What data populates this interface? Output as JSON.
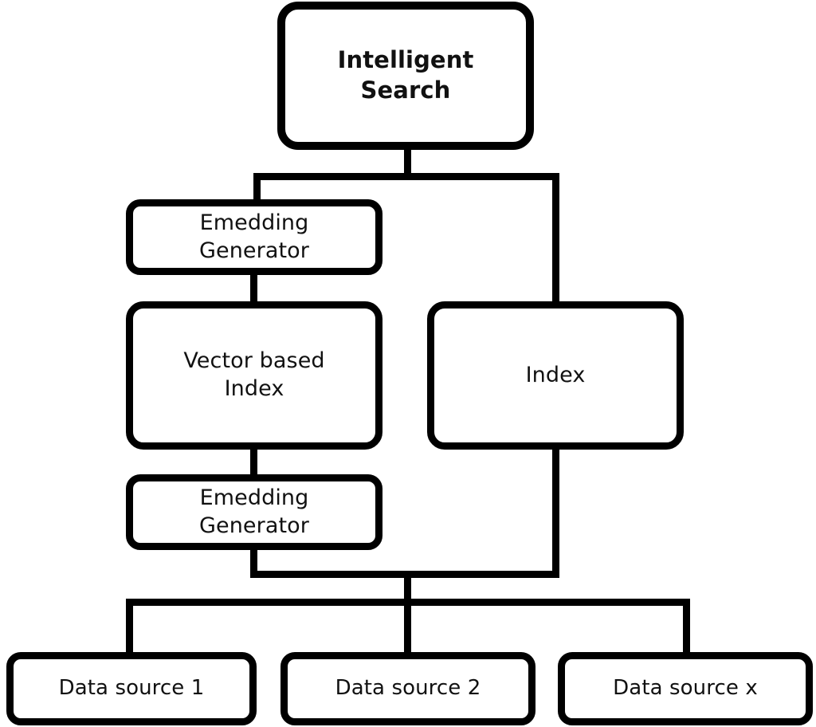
{
  "diagram": {
    "title": "Intelligent Search architecture flowchart",
    "background_color": "#ffffff",
    "line_color": "#000000",
    "text_color": "#111111",
    "nodes": {
      "root": {
        "label": "Intelligent\nSearch"
      },
      "embedding_generator_top": {
        "label": "Emedding\nGenerator"
      },
      "vector_based_index": {
        "label": "Vector based\nIndex"
      },
      "index": {
        "label": "Index"
      },
      "embedding_generator_bottom": {
        "label": "Emedding\nGenerator"
      },
      "data_source_1": {
        "label": "Data source 1"
      },
      "data_source_2": {
        "label": "Data source 2"
      },
      "data_source_x": {
        "label": "Data source x"
      }
    }
  }
}
